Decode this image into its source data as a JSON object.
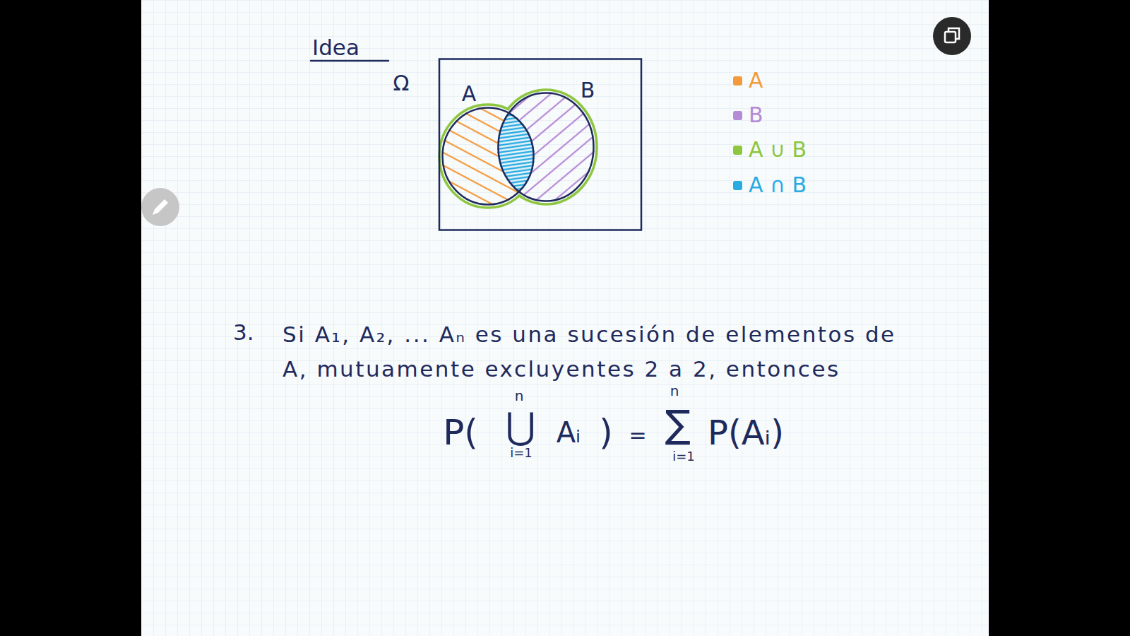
{
  "diagram": {
    "title": "Idea",
    "nodes": [
      {
        "text": [
          "Ω"
        ]
      },
      {
        "text": [
          "A"
        ],
        "in": 0
      },
      {
        "text": [
          "B"
        ],
        "in": 0
      }
    ],
    "labels": [
      "3.",
      "Si A₁, A₂, ... Aₙ es una sucesión de elementos de A, mutuamente excluyentes 2 a 2, entonces",
      "P(",
      "⋃",
      "n",
      "i=1",
      "Aᵢ",
      ")",
      "=",
      "∑",
      "n",
      "i=1",
      "P(Aᵢ)"
    ],
    "legend": [
      {
        "text": "A",
        "color": "#f39a3c"
      },
      {
        "text": "B",
        "color": "#b58ad6"
      },
      {
        "text": "A ∪ B",
        "color": "#8dc63f"
      },
      {
        "text": "A ∩ B",
        "color": "#29abe2"
      }
    ]
  }
}
